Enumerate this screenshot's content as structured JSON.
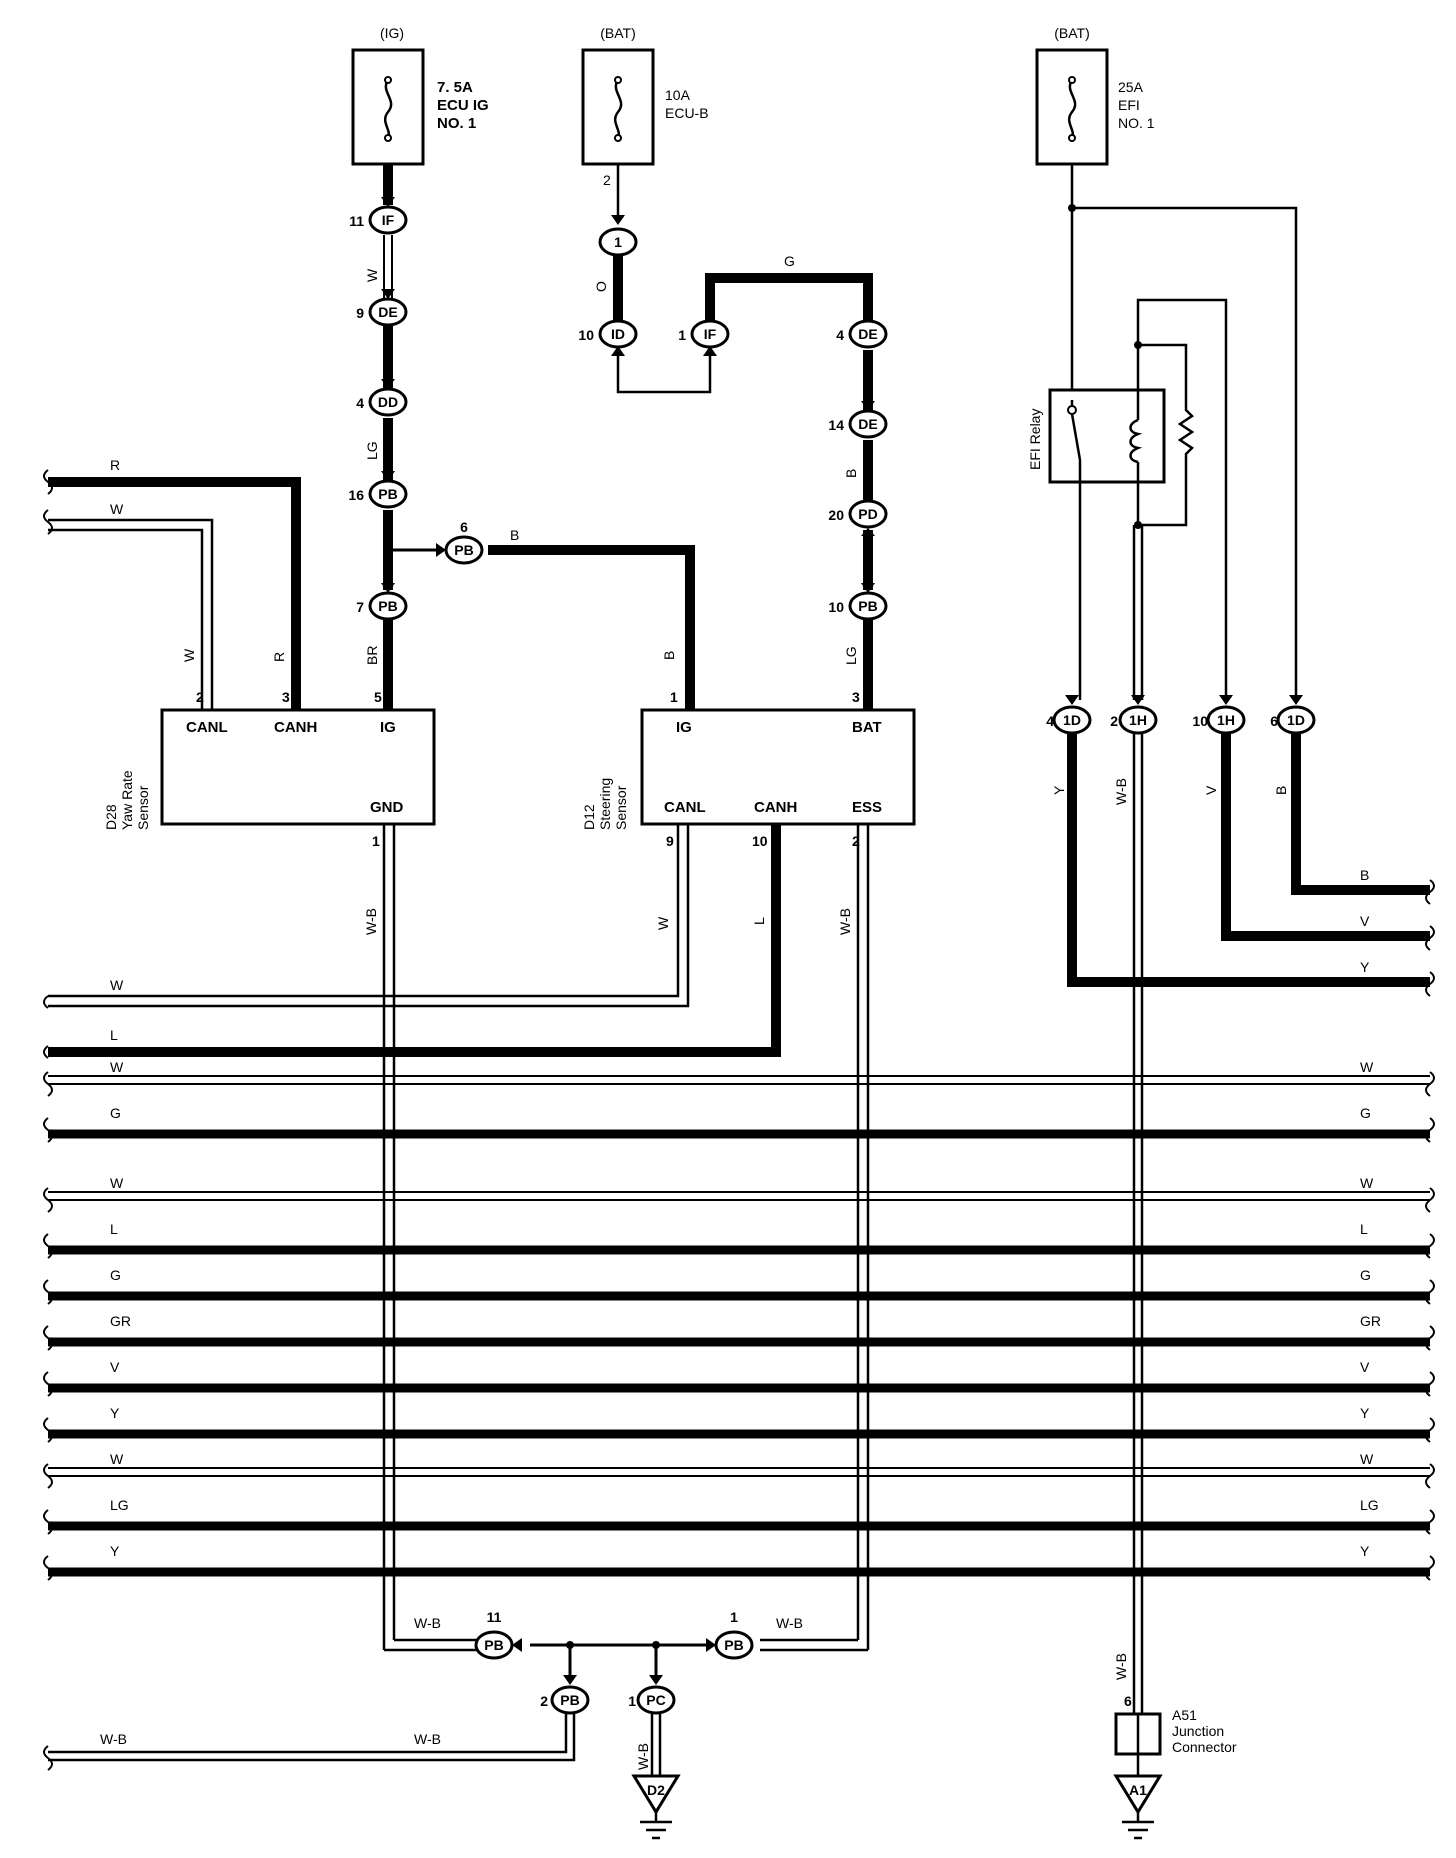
{
  "fuses": [
    {
      "source": "(IG)",
      "rating": "7. 5A",
      "name_1": "ECU IG",
      "name_2": "NO. 1"
    },
    {
      "source": "(BAT)",
      "rating": "10A",
      "name_1": "ECU-B",
      "name_2": ""
    },
    {
      "source": "(BAT)",
      "rating": "25A",
      "name_1": "EFI",
      "name_2": "NO. 1"
    }
  ],
  "connectors": {
    "c1": {
      "pin": "11",
      "id": "IF"
    },
    "c2": {
      "pin": "9",
      "id": "DE"
    },
    "c3": {
      "pin": "4",
      "id": "DD"
    },
    "c4": {
      "pin": "16",
      "id": "PB"
    },
    "c5": {
      "pin": "7",
      "id": "PB"
    },
    "c6": {
      "pin": "6",
      "id": "PB"
    },
    "c7": {
      "pin": "",
      "id": "1"
    },
    "c8": {
      "pin": "10",
      "id": "ID"
    },
    "c9": {
      "pin": "1",
      "id": "IF"
    },
    "c10": {
      "pin": "4",
      "id": "DE"
    },
    "c11": {
      "pin": "14",
      "id": "DE"
    },
    "c12": {
      "pin": "20",
      "id": "PD"
    },
    "c13": {
      "pin": "10",
      "id": "PB"
    },
    "c14": {
      "pin": "4",
      "id": "1D"
    },
    "c15": {
      "pin": "2",
      "id": "1H"
    },
    "c16": {
      "pin": "10",
      "id": "1H"
    },
    "c17": {
      "pin": "6",
      "id": "1D"
    },
    "c18": {
      "pin": "11",
      "id": "PB"
    },
    "c19": {
      "pin": "1",
      "id": "PB"
    },
    "c20": {
      "pin": "2",
      "id": "PB"
    },
    "c21": {
      "pin": "1",
      "id": "PC"
    }
  },
  "yaw_sensor": {
    "code": "D28",
    "name_1": "Yaw Rate",
    "name_2": "Sensor",
    "canl": "CANL",
    "canh": "CANH",
    "ig": "IG",
    "gnd": "GND",
    "pin_canl": "2",
    "pin_canh": "3",
    "pin_ig": "5",
    "pin_gnd": "1"
  },
  "steering_sensor": {
    "code": "D12",
    "name_1": "Steering",
    "name_2": "Sensor",
    "ig": "IG",
    "bat": "BAT",
    "canl": "CANL",
    "canh": "CANH",
    "ess": "ESS",
    "pin_ig": "1",
    "pin_bat": "3",
    "pin_canl": "9",
    "pin_canh": "10",
    "pin_ess": "2"
  },
  "relay": {
    "label": "EFI Relay"
  },
  "junction": {
    "code": "A51",
    "name_1": "Junction",
    "name_2": "Connector",
    "pin": "6"
  },
  "grounds": {
    "g1": "D2",
    "g2": "A1"
  },
  "wire_labels": {
    "ig_w": "W",
    "ig_lg": "LG",
    "ig_br": "BR",
    "pb_b": "B",
    "ecub_2": "2",
    "ecub_o": "O",
    "ecub_g": "G",
    "de_b": "B",
    "pb_lg": "LG",
    "yaw_w": "W",
    "yaw_r": "R",
    "left_r": "R",
    "left_w": "W",
    "steer_w": "W",
    "steer_l": "L",
    "wb1": "W-B",
    "wb2": "W-B",
    "efi_y": "Y",
    "efi_wb": "W-B",
    "efi_v": "V",
    "efi_b": "B",
    "right_b": "B",
    "right_v": "V",
    "right_y": "Y",
    "gnd_wb_l": "W-B",
    "gnd_wb_r": "W-B",
    "bot_wb_1": "W-B",
    "bot_wb_2": "W-B",
    "pc_wb": "W-B",
    "jc_wb": "W-B",
    "left_w2": "W",
    "left_l2": "L"
  },
  "bus_lines": [
    {
      "left": "W",
      "right": "W"
    },
    {
      "left": "G",
      "right": "G"
    },
    {
      "left": "W",
      "right": "W"
    },
    {
      "left": "L",
      "right": "L"
    },
    {
      "left": "G",
      "right": "G"
    },
    {
      "left": "GR",
      "right": "GR"
    },
    {
      "left": "V",
      "right": "V"
    },
    {
      "left": "Y",
      "right": "Y"
    },
    {
      "left": "W",
      "right": "W"
    },
    {
      "left": "LG",
      "right": "LG"
    },
    {
      "left": "Y",
      "right": "Y"
    }
  ]
}
